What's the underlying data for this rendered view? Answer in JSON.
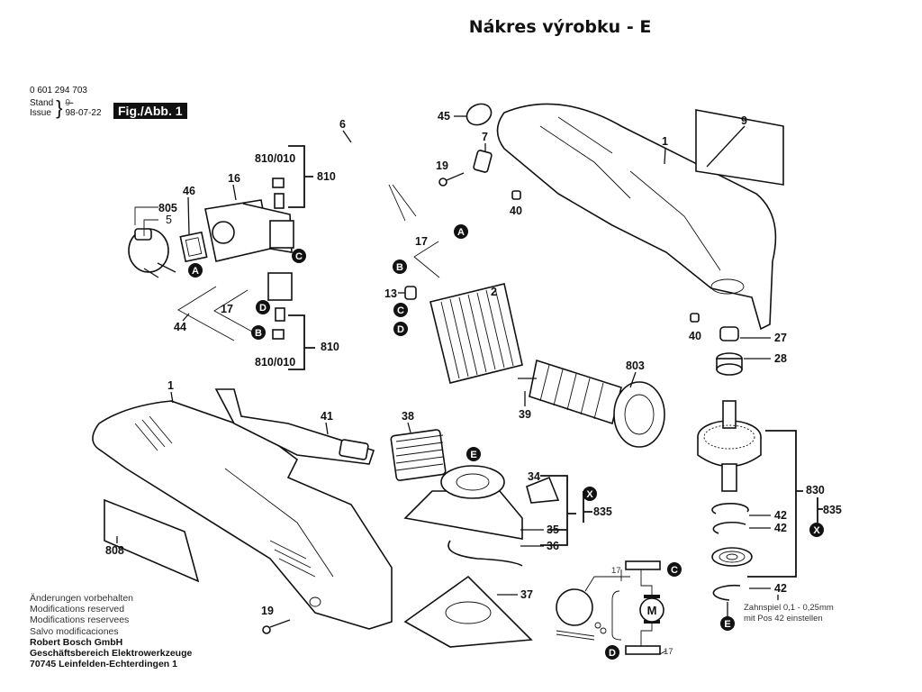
{
  "header": {
    "title": "Nákres výrobku - E"
  },
  "meta": {
    "part_number": "0 601 294 703",
    "stand_label": "Stand",
    "issue_label": "Issue",
    "stand_value": "9-",
    "issue_value": "98-07-22",
    "figure_badge": "Fig./Abb. 1"
  },
  "footer": {
    "lines": [
      "Änderungen vorbehalten",
      "Modifications reserved",
      "Modifications reservees",
      "Salvo modificaciones"
    ],
    "company": "Robert Bosch GmbH",
    "division": "Geschäftsbereich Elektrowerkzeuge",
    "address": "70745 Leinfelden-Echterdingen 1"
  },
  "part_labels": {
    "p1_top": "1",
    "p1_bottom": "1",
    "p2": "2",
    "p5": "5",
    "p6": "6",
    "p7": "7",
    "p9": "9",
    "p13": "13",
    "p16": "16",
    "p17_left": "17",
    "p17_mid": "17",
    "p19_top": "19",
    "p19_bottom": "19",
    "p27": "27",
    "p28": "28",
    "p34": "34",
    "p35": "35",
    "p36": "36",
    "p37": "37",
    "p38": "38",
    "p39": "39",
    "p40_top": "40",
    "p40_bottom": "40",
    "p41": "41",
    "p42_a": "42",
    "p42_b": "42",
    "p42_c": "42",
    "p44": "44",
    "p45": "45",
    "p46": "46",
    "p803": "803",
    "p805": "805",
    "p808": "808",
    "p810_top": "810",
    "p810_bottom": "810",
    "p810_010_top": "810/010",
    "p810_010_bottom": "810/010",
    "p830": "830",
    "p835_mid": "835",
    "p835_right": "835",
    "wiring_17_top": "17",
    "wiring_17_bottom": "17",
    "motor": "M"
  },
  "markers": {
    "A": "A",
    "B": "B",
    "C": "C",
    "D": "D",
    "E": "E",
    "X": "X"
  },
  "notes": {
    "gear_play_line1": "Zahnspiel 0,1 - 0,25mm",
    "gear_play_line2": "mit Pos 42 einstellen"
  }
}
